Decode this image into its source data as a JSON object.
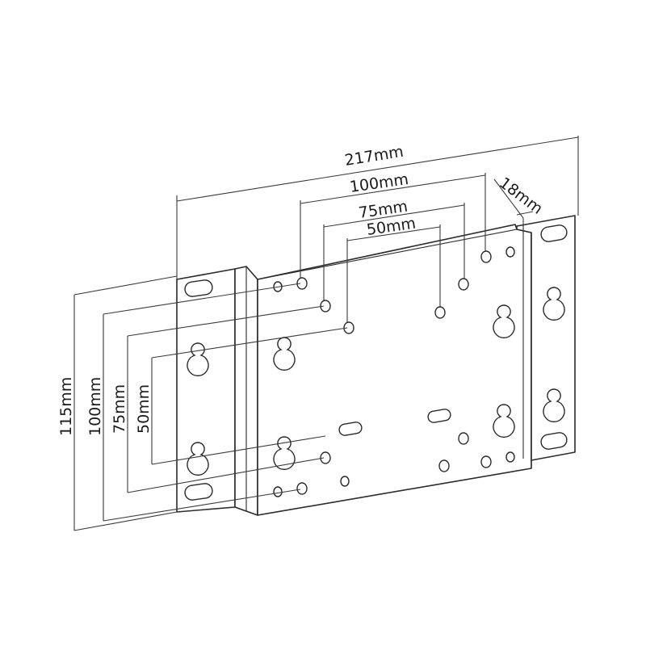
{
  "dimensions": {
    "total_width": "217mm",
    "vesa_100_width": "100mm",
    "vesa_75_width": "75mm",
    "vesa_50_width": "50mm",
    "depth": "18mm",
    "total_height": "115mm",
    "vesa_100_height": "100mm",
    "vesa_75_height": "75mm",
    "vesa_50_height": "50mm"
  },
  "colors": {
    "line": "#2b2b2b",
    "background": "#ffffff"
  }
}
